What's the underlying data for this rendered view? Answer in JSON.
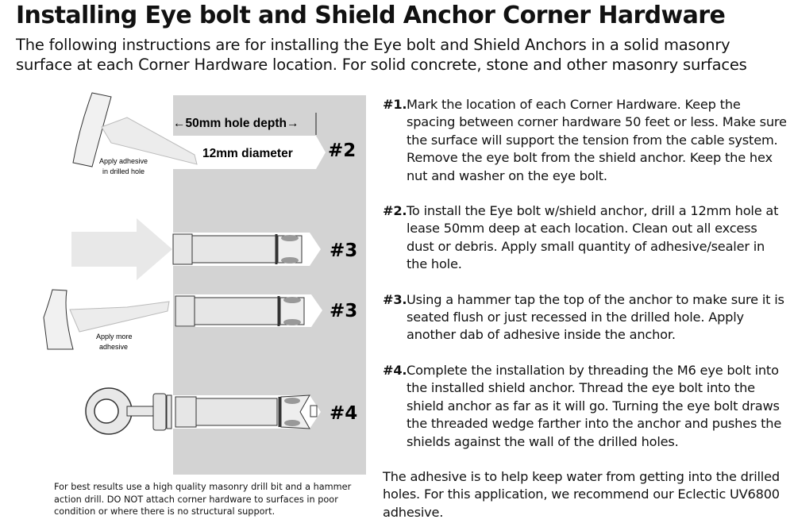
{
  "title": "Installing Eye bolt and Shield Anchor Corner Hardware",
  "subtitle": "The following instructions are for installing the Eye bolt and Shield Anchors in a solid masonry surface at each Corner Hardware location. For solid concrete, stone and other masonry surfaces",
  "diagram": {
    "hole_depth": "←50mm hole depth→",
    "diameter": "12mm diameter",
    "apply_adhesive_1": "Apply adhesive",
    "apply_adhesive_2": "in drilled hole",
    "apply_more_1": "Apply more",
    "apply_more_2": "adhesive",
    "label_2": "#2",
    "label_3a": "#3",
    "label_3b": "#3",
    "label_4": "#4",
    "panel_color": "#d3d3d3"
  },
  "steps": [
    {
      "num": "#1.",
      "text": "Mark the location of each Corner Hardware. Keep the spacing between corner hardware 50 feet or less. Make sure the surface will support the tension from the cable system. Remove the eye bolt from the shield anchor. Keep the hex nut and washer on the eye bolt."
    },
    {
      "num": "#2.",
      "text": "To install the Eye bolt w/shield anchor, drill a 12mm hole at lease 50mm deep at each location. Clean out all excess dust or debris. Apply small quantity of adhesive/sealer in the hole."
    },
    {
      "num": "#3.",
      "text": "Using a hammer tap the top of the anchor to make sure it is seated flush or just recessed in the drilled hole. Apply another dab of adhesive inside the anchor."
    },
    {
      "num": "#4.",
      "text": "Complete the installation by threading the M6 eye bolt into the installed shield anchor. Thread the eye bolt into the shield anchor as far as it will go. Turning the eye bolt draws the threaded wedge farther into the anchor and pushes the shields against the wall of the drilled holes."
    }
  ],
  "closing": "The adhesive is to help keep water from getting into the drilled holes. For this application, we recommend our Eclectic UV6800 adhesive.",
  "note": "For best results use a high quality masonry drill bit and a hammer action drill. DO NOT attach corner hardware to surfaces in poor condition or where there is no structural support."
}
